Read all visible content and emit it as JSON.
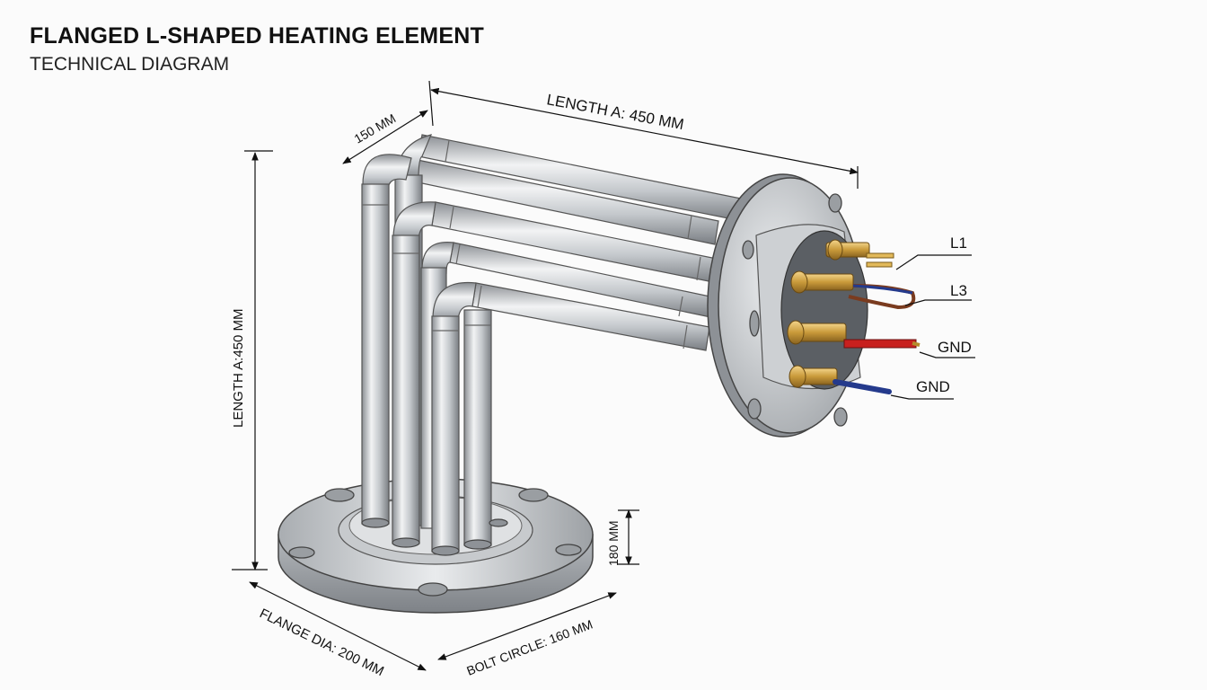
{
  "header": {
    "title": "FLANGED L-SHAPED HEATING ELEMENT",
    "subtitle": "TECHNICAL DIAGRAM"
  },
  "dimensions": {
    "length_horizontal": "LENGTH A: 450 MM",
    "length_vertical": "LENGTH A:450 MM",
    "bend_offset": "150 MM",
    "flange_dia": "FLANGE DIA: 200 MM",
    "bolt_circle": "BOLT CIRCLE: 160 MM",
    "flange_height": "180 MM"
  },
  "terminals": {
    "l1": "L1",
    "l3": "L3",
    "gnd_1": "GND",
    "gnd_2": "GND"
  },
  "colors": {
    "steel_light": "#e6e8ea",
    "steel_mid": "#b9bdc1",
    "steel_dark": "#7d8186",
    "brass": "#c99a3a",
    "wire_red": "#c8201e",
    "wire_blue": "#243a8c",
    "wire_brown": "#7a3b1f"
  }
}
